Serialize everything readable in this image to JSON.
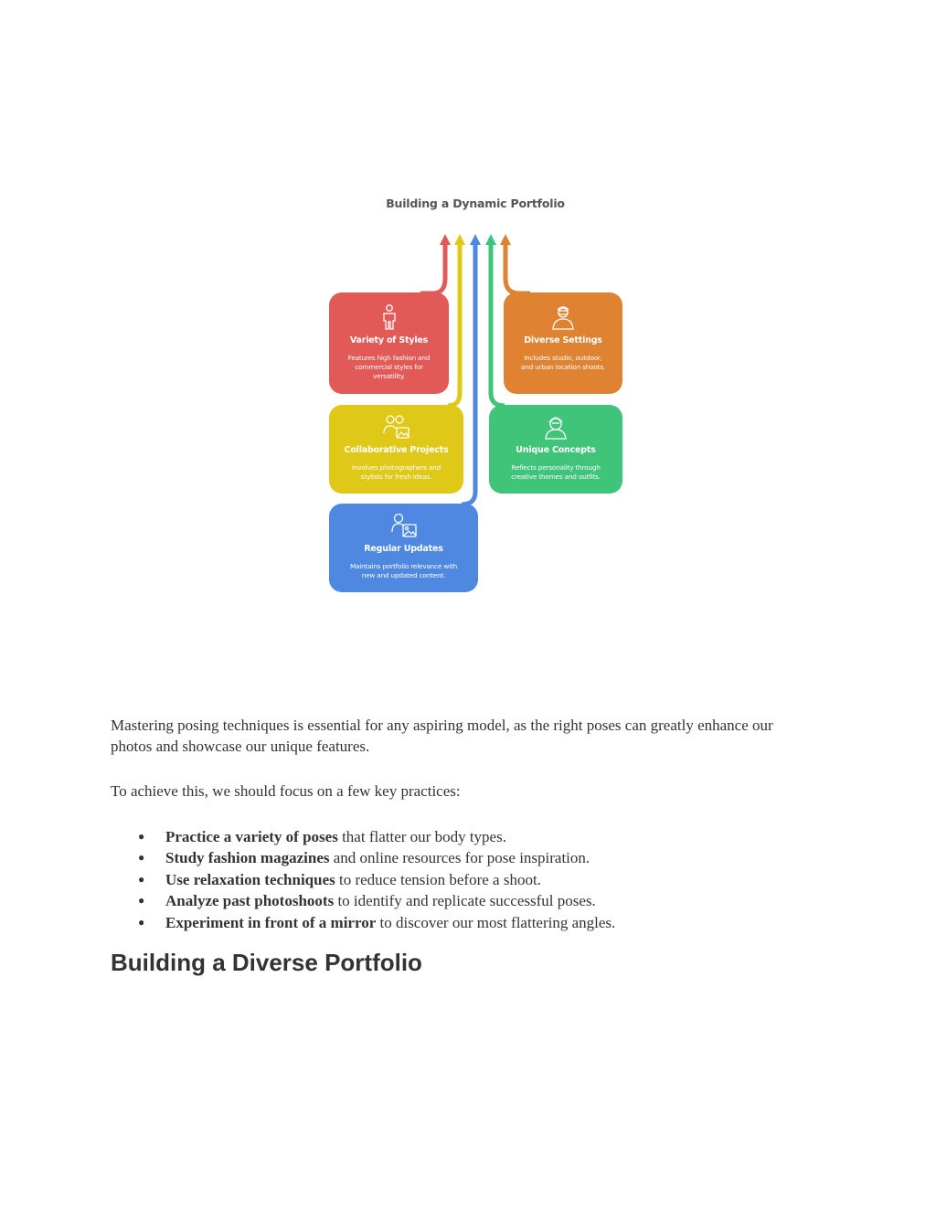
{
  "infographic": {
    "title": "Building a Dynamic Portfolio",
    "cards": [
      {
        "title": "Variety of Styles",
        "description": "Features high fashion and commercial styles for versatility.",
        "color": "#e15a58",
        "icon": "person-standing-icon"
      },
      {
        "title": "Diverse Settings",
        "description": "Includes studio, outdoor, and urban location shoots.",
        "color": "#df8333",
        "icon": "photographer-icon"
      },
      {
        "title": "Collaborative Projects",
        "description": "Involves photographers and stylists for fresh ideas.",
        "color": "#dfc817",
        "icon": "team-photo-icon"
      },
      {
        "title": "Unique Concepts",
        "description": "Reflects personality through creative themes and outfits.",
        "color": "#3fc47a",
        "icon": "model-face-icon"
      },
      {
        "title": "Regular Updates",
        "description": "Maintains portfolio relevance with new and updated content.",
        "color": "#4f88e0",
        "icon": "person-image-icon"
      }
    ]
  },
  "content": {
    "paragraph1": "Mastering posing techniques is essential for any aspiring model, as the right poses can greatly enhance our photos and showcase our unique features.",
    "paragraph2": "To achieve this, we should focus on a few key practices:",
    "bullets": [
      {
        "bold": "Practice a variety of poses",
        "rest": " that flatter our body types."
      },
      {
        "bold": "Study fashion magazines",
        "rest": " and online resources for pose inspiration."
      },
      {
        "bold": "Use relaxation techniques",
        "rest": " to reduce tension before a shoot."
      },
      {
        "bold": "Analyze past photoshoots",
        "rest": " to identify and replicate successful poses."
      },
      {
        "bold": "Experiment in front of a mirror",
        "rest": " to discover our most flattering angles."
      }
    ],
    "bullet_symbol": "●",
    "heading": "Building a Diverse Portfolio"
  }
}
